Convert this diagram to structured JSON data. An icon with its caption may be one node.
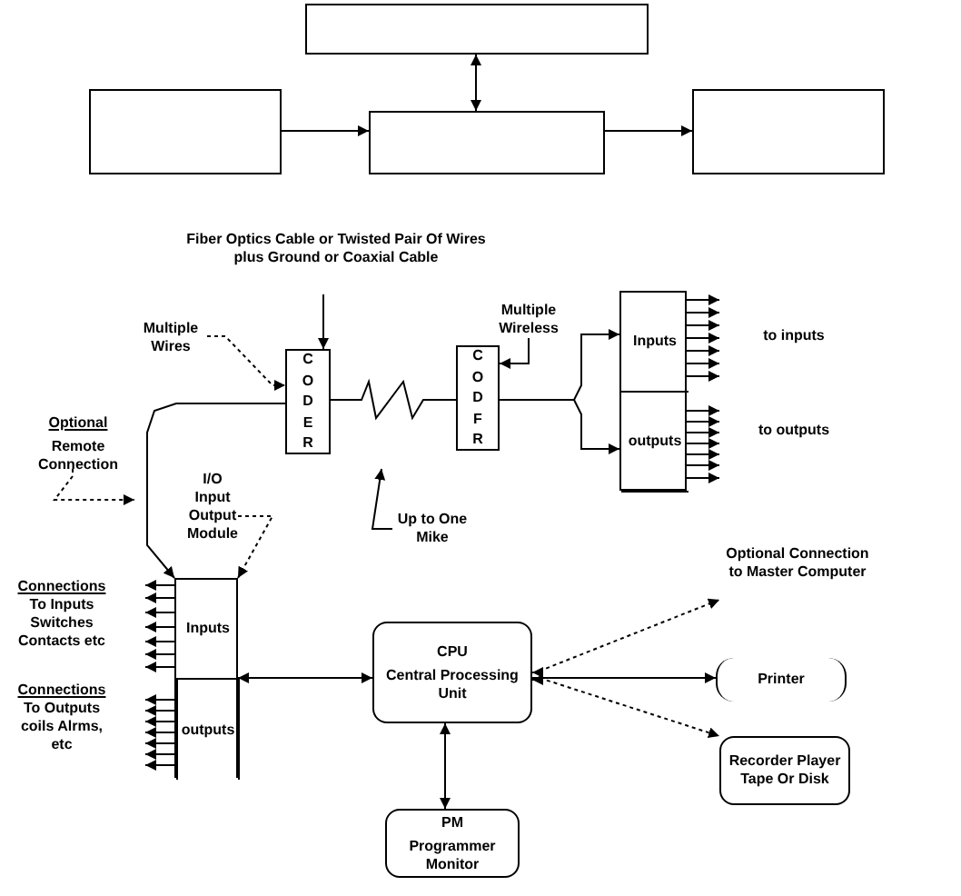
{
  "diagram": {
    "nodes": [
      {
        "text": [],
        "shape": "box"
      },
      {
        "text": [],
        "shape": "box"
      },
      {
        "text": [],
        "shape": "box"
      },
      {
        "text": [],
        "shape": "box"
      },
      {
        "text": [
          "Fiber Optics Cable or Twisted Pair Of Wires plus Ground or Coaxial Cable"
        ]
      },
      {
        "text": [
          "Multiple Wires"
        ]
      },
      {
        "text": [
          "CODER"
        ]
      },
      {
        "text": [
          "CODFR"
        ]
      },
      {
        "text": [
          "Multiple Wireless"
        ]
      },
      {
        "text": [],
        "shape": "box"
      },
      {
        "text": [
          "Inputs"
        ],
        "in": 9
      },
      {
        "text": [
          "outputs"
        ],
        "in": 9
      },
      {
        "text": [
          "Optional",
          "Remote Connection"
        ]
      },
      {
        "text": [
          "Up to One Mike"
        ]
      },
      {
        "text": [
          "I/O Input Output Module"
        ]
      },
      {
        "text": [],
        "shape": "box"
      },
      {
        "text": [
          "Inputs"
        ],
        "in": 15
      },
      {
        "text": [
          "outputs"
        ],
        "in": 15
      },
      {
        "text": [
          "CPU",
          "Central Processing Unit"
        ]
      },
      {
        "text": [
          "PM",
          "Programmer Monitor"
        ]
      },
      {
        "text": [
          "Optional Connection to Master Computer"
        ]
      },
      {
        "text": [
          "Printer"
        ]
      },
      {
        "text": [
          "Recorder Player Tape Or Disk"
        ]
      }
    ],
    "edges": [
      {
        "from": 1,
        "to": 2,
        "arrow": "to"
      },
      {
        "from": 2,
        "to": 0,
        "arrow": "both"
      },
      {
        "from": 2,
        "to": 3,
        "arrow": "to"
      },
      {
        "from": 4,
        "to": 6,
        "arrow": "to"
      },
      {
        "from": 5,
        "to": 6,
        "arrow": "to",
        "style": "dashed"
      },
      {
        "from": 6,
        "to": 7,
        "arrow": "none"
      },
      {
        "from": 6,
        "to": 15,
        "arrow": "to"
      },
      {
        "from": 7,
        "to": 10,
        "arrow": "to"
      },
      {
        "from": 7,
        "to": 11,
        "arrow": "to"
      },
      {
        "from": 8,
        "to": 7,
        "arrow": "to"
      },
      {
        "from": 12,
        "to": null,
        "arrow": "to",
        "style": "dashed"
      },
      {
        "from": 13,
        "to": null,
        "arrow": "to"
      },
      {
        "from": 14,
        "to": 15,
        "arrow": "to",
        "style": "dashed"
      },
      {
        "from": 10,
        "to": null,
        "arrow": "to"
      },
      {
        "from": 10,
        "to": null,
        "arrow": "to"
      },
      {
        "from": 10,
        "to": null,
        "arrow": "to"
      },
      {
        "from": 10,
        "to": null,
        "arrow": "to"
      },
      {
        "from": 10,
        "to": null,
        "arrow": "to"
      },
      {
        "from": 10,
        "to": null,
        "arrow": "to"
      },
      {
        "from": 10,
        "to": null,
        "arrow": "to"
      },
      {
        "from": 11,
        "to": null,
        "arrow": "to"
      },
      {
        "from": 11,
        "to": null,
        "arrow": "to"
      },
      {
        "from": 11,
        "to": null,
        "arrow": "to"
      },
      {
        "from": 11,
        "to": null,
        "arrow": "to"
      },
      {
        "from": 11,
        "to": null,
        "arrow": "to"
      },
      {
        "from": 11,
        "to": null,
        "arrow": "to"
      },
      {
        "from": 11,
        "to": null,
        "arrow": "to"
      },
      {
        "from": 16,
        "to": null,
        "arrow": "to"
      },
      {
        "from": 16,
        "to": null,
        "arrow": "to"
      },
      {
        "from": 16,
        "to": null,
        "arrow": "to"
      },
      {
        "from": 16,
        "to": null,
        "arrow": "to"
      },
      {
        "from": 16,
        "to": null,
        "arrow": "to"
      },
      {
        "from": 16,
        "to": null,
        "arrow": "to"
      },
      {
        "from": 16,
        "to": null,
        "arrow": "to"
      },
      {
        "from": 17,
        "to": null,
        "arrow": "to"
      },
      {
        "from": 17,
        "to": null,
        "arrow": "to"
      },
      {
        "from": 17,
        "to": null,
        "arrow": "to"
      },
      {
        "from": 17,
        "to": null,
        "arrow": "to"
      },
      {
        "from": 17,
        "to": null,
        "arrow": "to"
      },
      {
        "from": 17,
        "to": null,
        "arrow": "to"
      },
      {
        "from": 17,
        "to": null,
        "arrow": "to"
      },
      {
        "from": 15,
        "to": 18,
        "arrow": "both"
      },
      {
        "from": 18,
        "to": 19,
        "arrow": "both"
      },
      {
        "from": 18,
        "to": 20,
        "arrow": "both",
        "style": "dashed"
      },
      {
        "from": 18,
        "to": 21,
        "arrow": "to"
      },
      {
        "from": 18,
        "to": 22,
        "arrow": "both",
        "style": "dashed"
      }
    ],
    "labels": [
      "to inputs",
      "to outputs",
      "Connections",
      "To Inputs Switches Contacts etc",
      "Connections",
      "To Outputs coils Alrms, etc"
    ]
  }
}
